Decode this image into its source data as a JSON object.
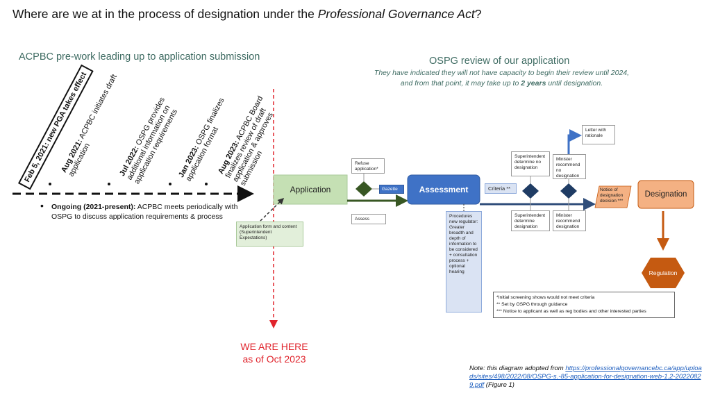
{
  "title": {
    "prefix": "Where are we at in the process of designation under the ",
    "italic": "Professional Governance Act",
    "suffix": "?"
  },
  "left_heading": "ACPBC pre-work leading up to application submission",
  "right_heading": "OSPG review of our application",
  "right_sub_1": "They have indicated they will not have capacity to begin their review until 2024,",
  "right_sub_2a": "and from that point, it may take up to ",
  "right_sub_2b": "2 years",
  "right_sub_2c": " until designation.",
  "timeline": [
    {
      "date": "Feb 5, 2021:",
      "text": " new PGA takes effect"
    },
    {
      "date": "Aug 2021:",
      "text": " ACPBC initiates draft",
      "line2": "application"
    },
    {
      "date": "Jul 2022:",
      "text": " OSPG provides",
      "line2": "additional information on",
      "line3": "application requirements"
    },
    {
      "date": "Jan 2023:",
      "text": " OSPG finalizes",
      "line2": "application format"
    },
    {
      "date": "Aug 2023:",
      "text": " ACPBC Board",
      "line2": "finalizes review of draft",
      "line3": "application & approves",
      "line4": "submission"
    }
  ],
  "ongoing_bold": "Ongoing (2021-present):",
  "ongoing_text": " ACPBC meets periodically with",
  "ongoing_text2": "OSPG to discuss application requirements & process",
  "here_line1": "WE ARE HERE",
  "here_line2": "as of Oct 2023",
  "flow": {
    "application": "Application",
    "app_form": "Application form and content (Superintendent Expectations)",
    "refuse": "Refuse application*",
    "gazette": "Gazette",
    "assess": "Assess",
    "assessment": "Assessment",
    "procedures": "Procedures new regulator: Greater breadth and depth of information to be considered + consultation process + optional hearing",
    "criteria": "Criteria **",
    "letter": "Letter with rationale",
    "supt_no": "Superintendent determine no designation",
    "min_no": "Minister recommend no designation",
    "supt_yes": "Superintendent determine designation",
    "min_yes": "Minister recommend designation",
    "notice": "Notice of designation decision ***",
    "designation": "Designation",
    "regulation": "Regulation",
    "legend1": "*Initial screening shows would not meet criteria",
    "legend2": "** Set by OSPG through guidance",
    "legend3": "*** Notice to applicant as well as reg bodies and other interested parties"
  },
  "note_prefix": "Note: this diagram adopted from ",
  "note_link": "https://professionalgovernancebc.ca/app/uploads/sites/498/2022/08/OSPG-s.-85-application-for-designation-web-1.2-20220829.pdf",
  "note_suffix": " (Figure 1)",
  "colors": {
    "heading": "#3e6b62",
    "here": "#e0242c",
    "assessment": "#3f72c6",
    "diamond": "#1f3c64",
    "application": "#c5e0b4",
    "designation": "#f4b183",
    "regulation": "#c55a11",
    "arrow_green": "#385723"
  }
}
